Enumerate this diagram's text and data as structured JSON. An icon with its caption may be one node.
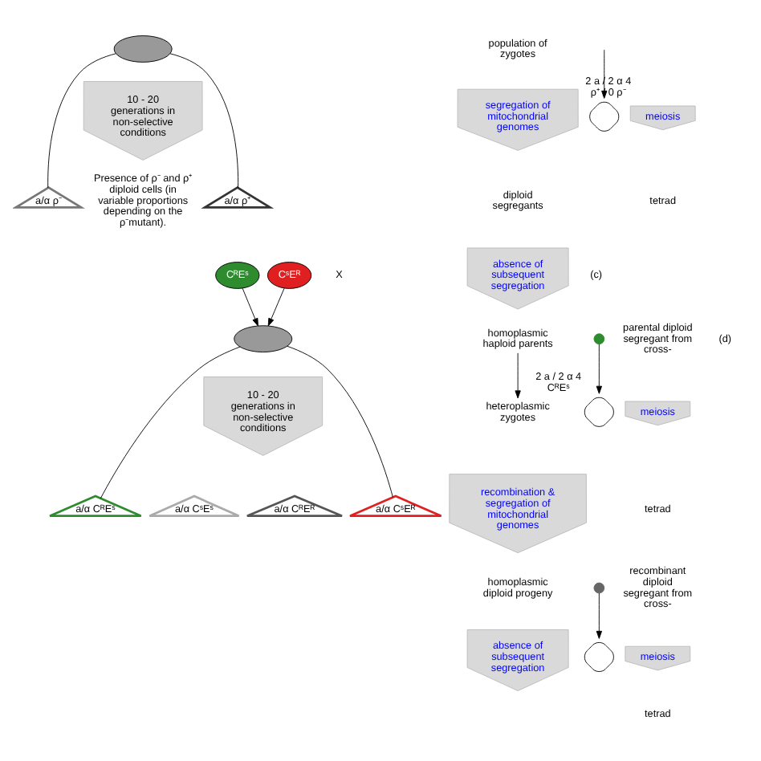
{
  "diagram": {
    "nodes": [
      {
        "text": [],
        "shape": "cells"
      },
      {
        "text": [
          "10 - 20 generations in non-selective conditions"
        ]
      },
      {
        "text": [
          "a/α ρ⁻"
        ]
      },
      {
        "text": [
          "a/α ρ⁺"
        ]
      },
      {
        "text": [
          "population of zygotes"
        ]
      },
      {
        "text": [
          "segregation of mitochondrial genomes"
        ]
      },
      {
        "text": [
          "diploid segregants"
        ]
      },
      {
        "text": [
          "absence of subsequent segregation"
        ]
      },
      {
        "text": [],
        "shape": "diamond",
        "beside": [
          "2 a / 2 α 4 ρ⁺ / 0 ρ⁻"
        ]
      },
      {
        "text": [
          "meiosis"
        ]
      },
      {
        "text": [
          "tetrad"
        ]
      },
      {
        "text": [
          "CᴿEˢ"
        ]
      },
      {
        "text": [
          "CˢEᴿ"
        ]
      },
      {
        "text": [],
        "shape": "cells"
      },
      {
        "text": [
          "10 - 20 generations in non-selective conditions"
        ]
      },
      {
        "text": [
          "a/α CᴿEˢ"
        ]
      },
      {
        "text": [
          "a/α CˢEˢ"
        ]
      },
      {
        "text": [
          "a/α CᴿEᴿ"
        ]
      },
      {
        "text": [
          "a/α CˢEᴿ"
        ]
      },
      {
        "text": [
          "homoplasmic haploid parents"
        ]
      },
      {
        "text": [
          "heteroplasmic zygotes"
        ]
      },
      {
        "text": [
          "recombination & segregation of mitochondrial genomes"
        ]
      },
      {
        "text": [
          "homoplasmic diploid progeny"
        ]
      },
      {
        "text": [
          "absence of subsequent segregation"
        ]
      },
      {
        "text": [],
        "shape": "circle"
      },
      {
        "text": [],
        "shape": "diamond",
        "beside": [
          "2 a / 2 α 4 CᴿEˢ"
        ]
      },
      {
        "text": [
          "parental diploid segregant from cross-"
        ]
      },
      {
        "text": [
          "meiosis"
        ]
      },
      {
        "text": [
          "tetrad"
        ]
      },
      {
        "text": [],
        "shape": "circle"
      },
      {
        "text": [],
        "shape": "diamond"
      },
      {
        "text": [
          "recombinant diploid segregant from cross-"
        ]
      },
      {
        "text": [
          "meiosis"
        ]
      },
      {
        "text": [
          "tetrad"
        ]
      }
    ],
    "edges": [
      {
        "from": 0,
        "to": 2,
        "arrow": "none"
      },
      {
        "from": 0,
        "to": 3,
        "arrow": "none"
      },
      {
        "from": null,
        "to": 8,
        "arrow": "to"
      },
      {
        "from": 11,
        "to": 13,
        "arrow": "to"
      },
      {
        "from": 12,
        "to": 13,
        "arrow": "to"
      },
      {
        "from": 13,
        "to": 15,
        "arrow": "none"
      },
      {
        "from": 13,
        "to": 18,
        "arrow": "none"
      },
      {
        "from": 19,
        "to": 20,
        "arrow": "to"
      },
      {
        "from": 24,
        "to": 25,
        "arrow": "to"
      },
      {
        "from": 29,
        "to": 30,
        "arrow": "to"
      }
    ],
    "labels": [
      "Presence of ρ⁻ and ρ⁺ diploid cells (in variable proportions depending on the ρ⁻mutant).",
      "(c)",
      "X",
      "(d)"
    ]
  }
}
